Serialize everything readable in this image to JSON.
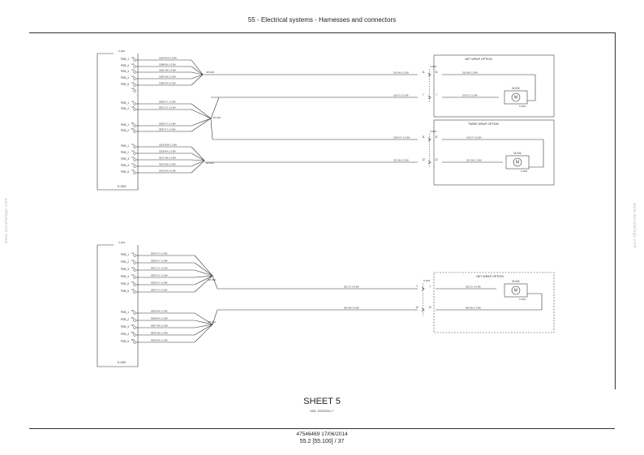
{
  "header": {
    "title": "55 - Electrical systems - Harnesses and connectors"
  },
  "footer": {
    "sheet": "SHEET 5",
    "tiny": "NHIL 19/09/2014   7",
    "doc": "47546469 17/06/2014",
    "page": "55.2 [55.100] / 37"
  },
  "watermark": "www.epcatalogs.com",
  "diagram1": {
    "connector_top": "X-004",
    "connector_bottom": "X-003",
    "pins": [
      {
        "pin": "A1",
        "label": "PDB_1"
      },
      {
        "pin": "A2",
        "label": "PDB_2"
      },
      {
        "pin": "A3",
        "label": "PDB_3"
      },
      {
        "pin": "A4",
        "label": "PDB_4"
      },
      {
        "pin": "A5",
        "label": "PDB_5"
      },
      {
        "pin": "A6",
        "label": ""
      },
      {
        "pin": "A7",
        "label": "PDB_1"
      },
      {
        "pin": "A8",
        "label": "PDB_2"
      },
      {
        "pin": "B1",
        "label": "PDB_1"
      },
      {
        "pin": "B2",
        "label": "PDB_2"
      },
      {
        "pin": "C1",
        "label": "PDB_1"
      },
      {
        "pin": "C2",
        "label": "PDB_2"
      },
      {
        "pin": "C3",
        "label": "PDB_3"
      },
      {
        "pin": "C4",
        "label": "PDB_4"
      },
      {
        "pin": "C5",
        "label": "PDB_5"
      }
    ],
    "wires": [
      "018A RdH 1.0 BA",
      "018B Wh 1.0 BA",
      "018C Wh 1.0 BA",
      "018D Wh 1.0 BA",
      "018E Wh 1.0 BA",
      "053E GY 1.0 BA",
      "053C GY 1.0 BA",
      "053E GY 1.0 BA",
      "053F GY 1.0 BA",
      "021A RdH 1.0 BA",
      "021B Wh 1.0 BA",
      "021C Wh 1.0 BA",
      "021D Wh 1.0 BA",
      "021E Wh 1.0 BA"
    ],
    "splices": [
      "SP-003",
      "SP-010",
      "SP-021"
    ],
    "run_wires": [
      "016 Wh 2.0 BA",
      "019 GY 2.0 BA",
      "019A GY 2.0 BA",
      "021 Wh 2.0 BA"
    ],
    "net_wrap": {
      "title": "NET WRAP OPTION",
      "connector": "X-003",
      "pins": [
        "11",
        "7"
      ],
      "wires": [
        "016 Wh 2.0 BA",
        "019 GY 2.0 BA"
      ],
      "motor": "M-003",
      "motor_label": "M",
      "motor_conn": "X-003"
    },
    "twine_wrap": {
      "title": "TWINE WRAP OPTION",
      "connector": "X-004",
      "pins": [
        "11",
        "12"
      ],
      "wires": [
        "019 GY 2.0 BA",
        "021 Wh 2.0 BA"
      ],
      "motor": "M-004",
      "motor_label": "M",
      "motor_conn": "X-004"
    }
  },
  "diagram2": {
    "connector_top": "X-004",
    "connector_bottom": "X-002",
    "pins": [
      {
        "pin": "A1",
        "label": "PDB_1"
      },
      {
        "pin": "A2",
        "label": "PDB_2"
      },
      {
        "pin": "A3",
        "label": "PDB_3"
      },
      {
        "pin": "A4",
        "label": "PDB_4"
      },
      {
        "pin": "A5",
        "label": "PDB_5"
      },
      {
        "pin": "A6",
        "label": "PDB_6"
      },
      {
        "pin": "B1",
        "label": "PDB_1"
      },
      {
        "pin": "B2",
        "label": "PDB_2"
      },
      {
        "pin": "B3",
        "label": "PDB_3"
      },
      {
        "pin": "B4",
        "label": "PDB_4"
      },
      {
        "pin": "B5",
        "label": "PDB_5"
      }
    ],
    "wires": [
      "052A GY 1.0 BA",
      "052B GY 1.0 BA",
      "052C GY 1.0 BA",
      "052D GY 1.0 BA",
      "052E GY 1.0 BA",
      "052F GY 1.0 BA",
      "060A Wh 1.0 BA",
      "060B Wh 1.0 BA",
      "060C Wh 1.0 BA",
      "060D Wh 1.0 BA",
      "060E Wh 1.0 BA"
    ],
    "splices": [
      "SP-002",
      "SP-001"
    ],
    "net_wrap": {
      "title": "NET WRAP OPTION",
      "connector": "X-003",
      "pins": [
        "1",
        "12"
      ],
      "wires": [
        "052 GY 2.0 BA",
        "060 Wh 2.0 BA"
      ],
      "run_wires": [
        "052 GY 2.0 BA",
        "060 Wh 2.0 BA"
      ],
      "motor": "M-004",
      "motor_label": "M",
      "motor_conn": "X-004"
    }
  }
}
